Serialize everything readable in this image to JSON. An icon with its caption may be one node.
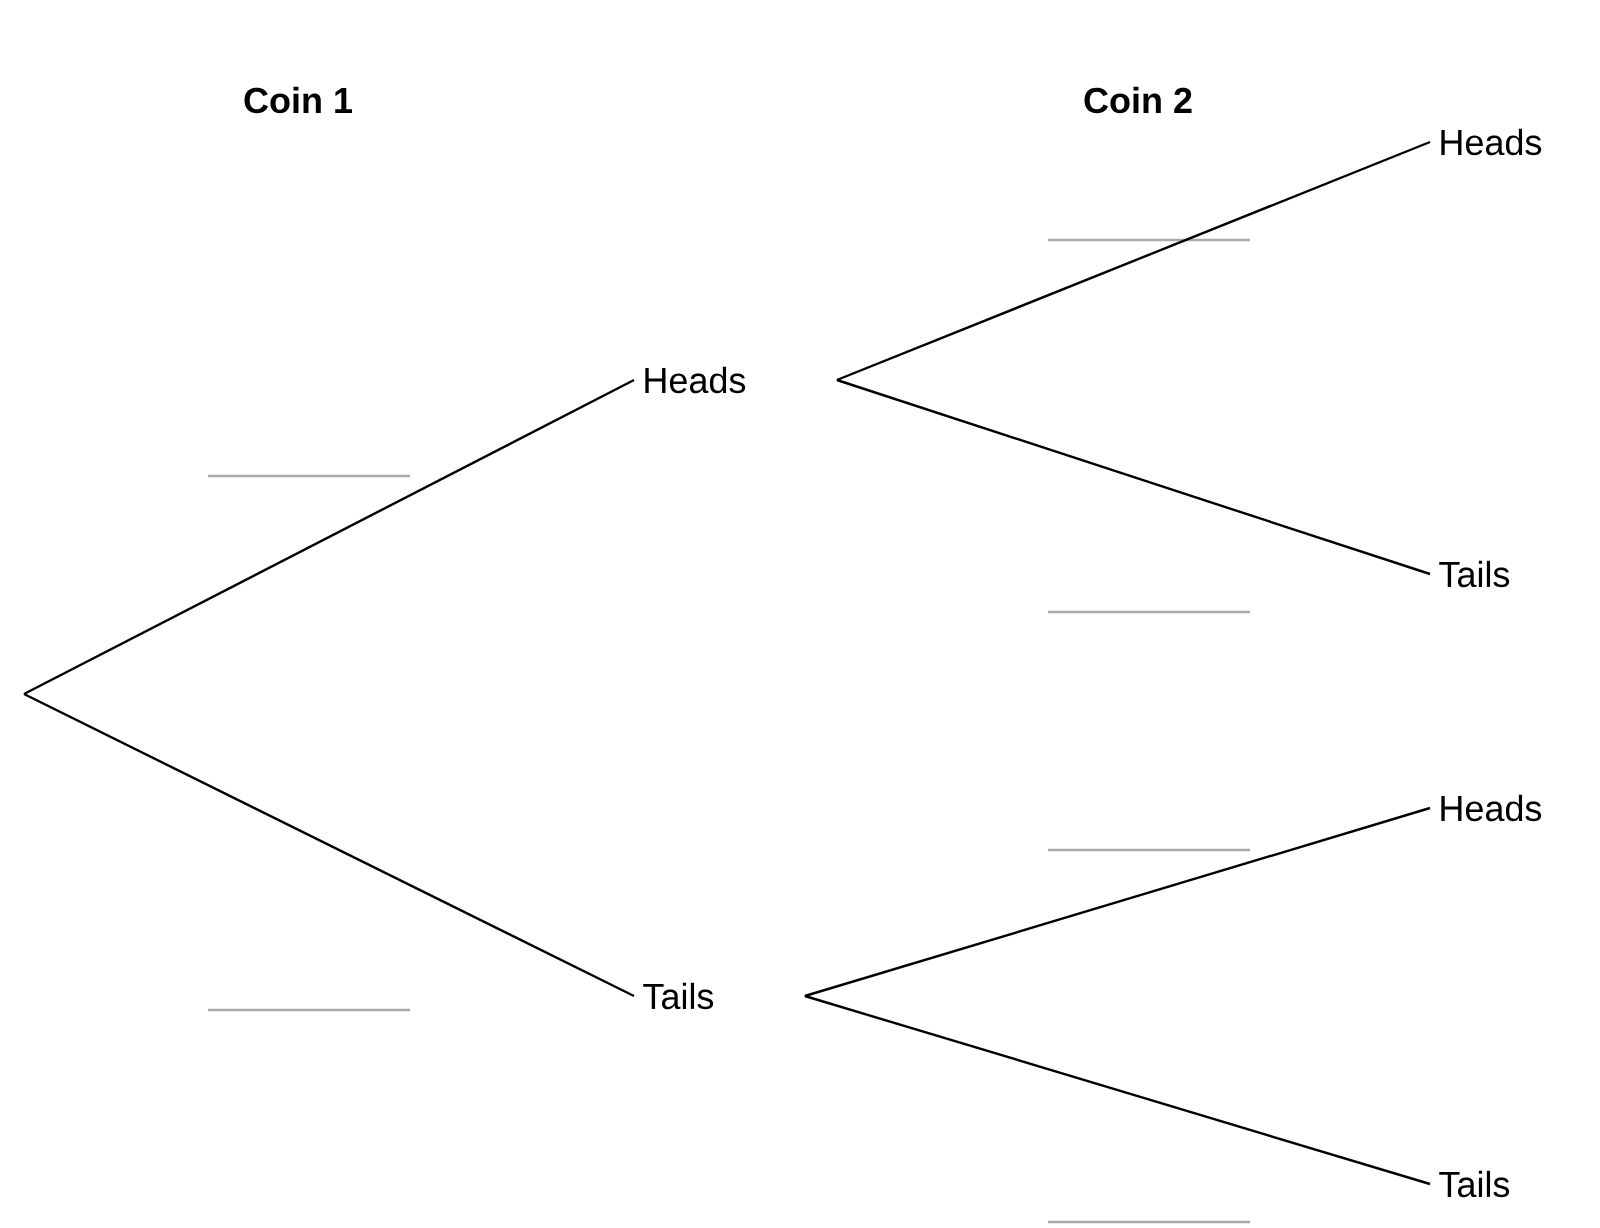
{
  "diagram": {
    "nodes": [
      {
        "text": [
          "Heads"
        ]
      },
      {
        "text": [
          "Tails"
        ]
      },
      {
        "text": [
          "Heads"
        ]
      },
      {
        "text": [
          "Tails"
        ]
      },
      {
        "text": [
          "Heads"
        ]
      },
      {
        "text": [
          "Tails"
        ]
      }
    ],
    "edges": [
      {
        "from": null,
        "to": 0,
        "arrow": "none"
      },
      {
        "from": null,
        "to": 1,
        "arrow": "none"
      },
      {
        "from": 0,
        "to": 2,
        "arrow": "none"
      },
      {
        "from": 0,
        "to": 3,
        "arrow": "none"
      },
      {
        "from": 1,
        "to": 4,
        "arrow": "none"
      },
      {
        "from": 1,
        "to": 5,
        "arrow": "none"
      }
    ],
    "labels": [
      "Coin 1",
      "Coin 2"
    ]
  }
}
